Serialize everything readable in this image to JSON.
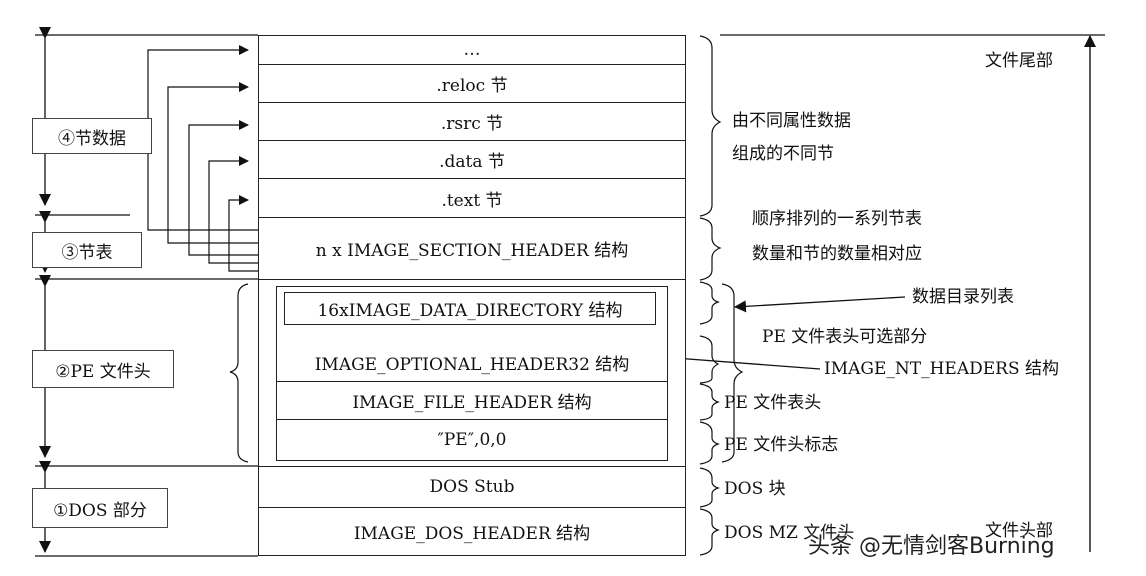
{
  "left_labels": {
    "section_data": "④节数据",
    "section_table": "③节表",
    "pe_header": "②PE 文件头",
    "dos_part": "①DOS 部分"
  },
  "structure": {
    "ellipsis": "…",
    "reloc": ".reloc 节",
    "rsrc": ".rsrc 节",
    "data": ".data 节",
    "text": ".text 节",
    "section_header": "n x IMAGE_SECTION_HEADER 结构",
    "data_directory": "16xIMAGE_DATA_DIRECTORY 结构",
    "optional_header": "IMAGE_OPTIONAL_HEADER32 结构",
    "file_header": "IMAGE_FILE_HEADER 结构",
    "pe_signature": "″PE″,0,0",
    "dos_stub": "DOS Stub",
    "dos_header": "IMAGE_DOS_HEADER 结构"
  },
  "annotations": {
    "file_tail": "文件尾部",
    "sections_line1": "由不同属性数据",
    "sections_line2": "组成的不同节",
    "table_line1": "顺序排列的一系列节表",
    "table_line2": "数量和节的数量相对应",
    "data_directory_list": "数据目录列表",
    "optional_part": "PE 文件表头可选部分",
    "nt_headers": "IMAGE_NT_HEADERS 结构",
    "file_header_desc": "PE 文件表头",
    "pe_signature_desc": "PE 文件头标志",
    "dos_block": "DOS 块",
    "dos_mz_header": "DOS MZ 文件头",
    "file_head": "文件头部"
  },
  "watermark": "头条 @无情剑客Burning"
}
